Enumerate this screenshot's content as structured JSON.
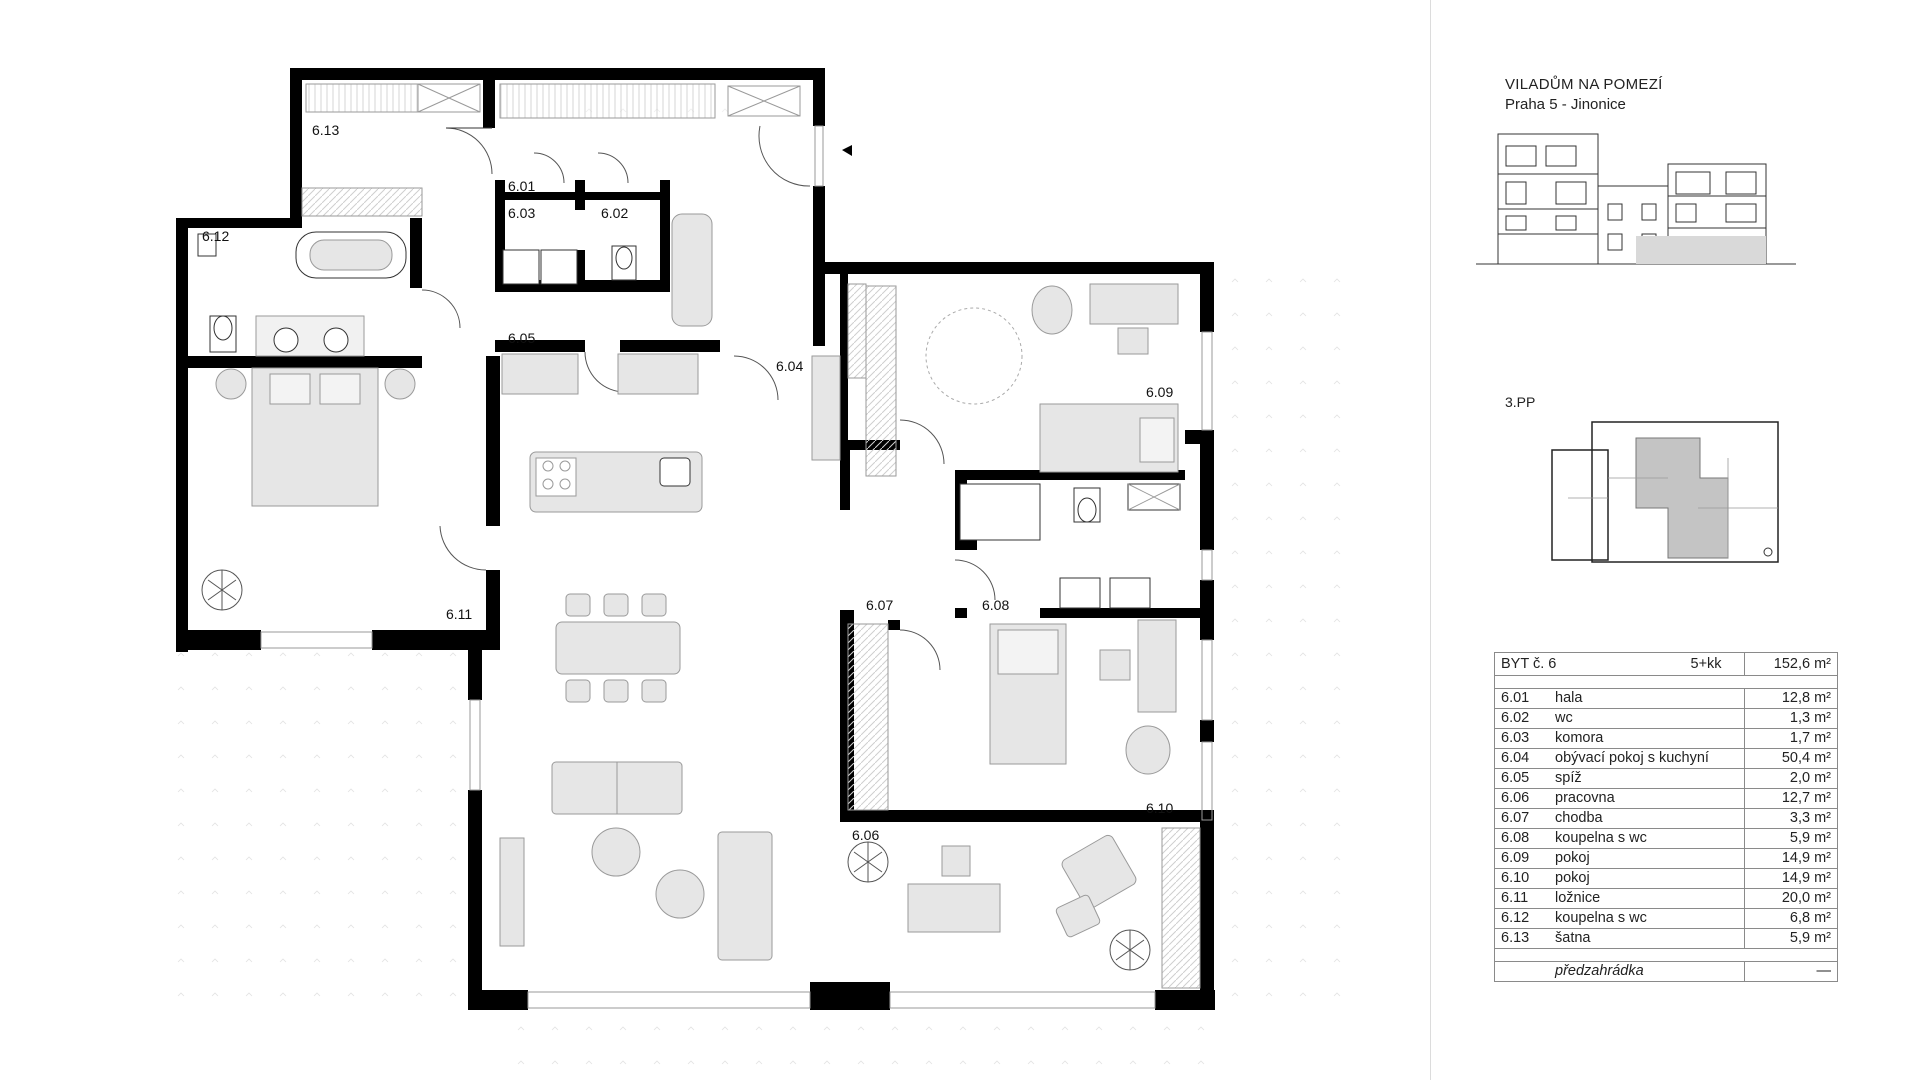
{
  "project": {
    "title": "VILADŮM NA POMEZÍ",
    "location": "Praha 5 - Jinonice"
  },
  "floor": {
    "label": "3.PP"
  },
  "rooms": [
    {
      "id": "6.01"
    },
    {
      "id": "6.02"
    },
    {
      "id": "6.03"
    },
    {
      "id": "6.04"
    },
    {
      "id": "6.05"
    },
    {
      "id": "6.06"
    },
    {
      "id": "6.07"
    },
    {
      "id": "6.08"
    },
    {
      "id": "6.09"
    },
    {
      "id": "6.10"
    },
    {
      "id": "6.11"
    },
    {
      "id": "6.12"
    },
    {
      "id": "6.13"
    }
  ],
  "area_table": {
    "unit": "BYT č. 6",
    "layout": "5+kk",
    "total": "152,6 m²",
    "rows": [
      {
        "no": "6.01",
        "name": "hala",
        "area": "12,8 m²"
      },
      {
        "no": "6.02",
        "name": "wc",
        "area": "1,3 m²"
      },
      {
        "no": "6.03",
        "name": "komora",
        "area": "1,7 m²"
      },
      {
        "no": "6.04",
        "name": "obývací pokoj s kuchyní",
        "area": "50,4 m²"
      },
      {
        "no": "6.05",
        "name": "spíž",
        "area": "2,0 m²"
      },
      {
        "no": "6.06",
        "name": "pracovna",
        "area": "12,7 m²"
      },
      {
        "no": "6.07",
        "name": "chodba",
        "area": "3,3 m²"
      },
      {
        "no": "6.08",
        "name": "koupelna s wc",
        "area": "5,9 m²"
      },
      {
        "no": "6.09",
        "name": "pokoj",
        "area": "14,9 m²"
      },
      {
        "no": "6.10",
        "name": "pokoj",
        "area": "14,9 m²"
      },
      {
        "no": "6.11",
        "name": "ložnice",
        "area": "20,0 m²"
      },
      {
        "no": "6.12",
        "name": "koupelna s wc",
        "area": "6,8 m²"
      },
      {
        "no": "6.13",
        "name": "šatna",
        "area": "5,9 m²"
      }
    ],
    "extra": {
      "name": "předzahrádka",
      "area": "—"
    }
  },
  "colors": {
    "wall": "#000000",
    "furniture": "#e6e6e6",
    "furniture_stroke": "#9a9a9a",
    "hatch": "#c8c8c8"
  }
}
